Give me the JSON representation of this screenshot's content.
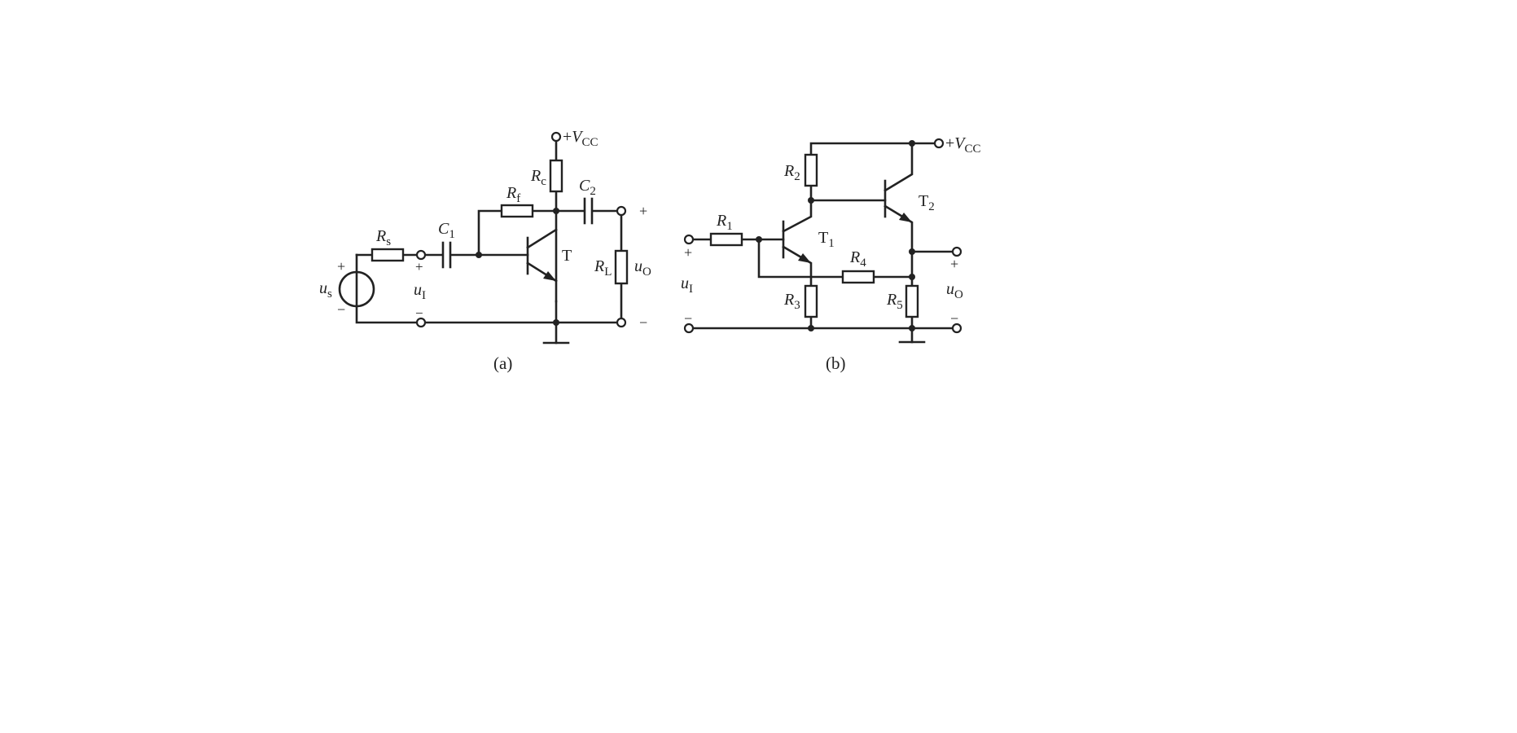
{
  "figure_a": {
    "caption": "(a)",
    "vcc": {
      "sign": "+",
      "symbol": "V",
      "sub": "CC"
    },
    "rs": {
      "symbol": "R",
      "sub": "s"
    },
    "rc": {
      "symbol": "R",
      "sub": "c"
    },
    "rf": {
      "symbol": "R",
      "sub": "f"
    },
    "c1": {
      "symbol": "C",
      "sub": "1"
    },
    "c2": {
      "symbol": "C",
      "sub": "2"
    },
    "rl": {
      "symbol": "R",
      "sub": "L"
    },
    "transistor": "T",
    "source": {
      "symbol": "u",
      "sub": "s",
      "plus": "+",
      "minus": "−"
    },
    "input": {
      "symbol": "u",
      "sub": "I",
      "plus": "+",
      "minus": "−"
    },
    "output": {
      "symbol": "u",
      "sub": "O",
      "plus": "+",
      "minus": "−"
    }
  },
  "figure_b": {
    "caption": "(b)",
    "vcc": {
      "sign": "+",
      "symbol": "V",
      "sub": "CC"
    },
    "r1": {
      "symbol": "R",
      "sub": "1"
    },
    "r2": {
      "symbol": "R",
      "sub": "2"
    },
    "r3": {
      "symbol": "R",
      "sub": "3"
    },
    "r4": {
      "symbol": "R",
      "sub": "4"
    },
    "r5": {
      "symbol": "R",
      "sub": "5"
    },
    "t1": {
      "symbol": "T",
      "sub": "1"
    },
    "t2": {
      "symbol": "T",
      "sub": "2"
    },
    "input": {
      "symbol": "u",
      "sub": "I",
      "plus": "+",
      "minus": "−"
    },
    "output": {
      "symbol": "u",
      "sub": "O",
      "plus": "+",
      "minus": "−"
    }
  }
}
